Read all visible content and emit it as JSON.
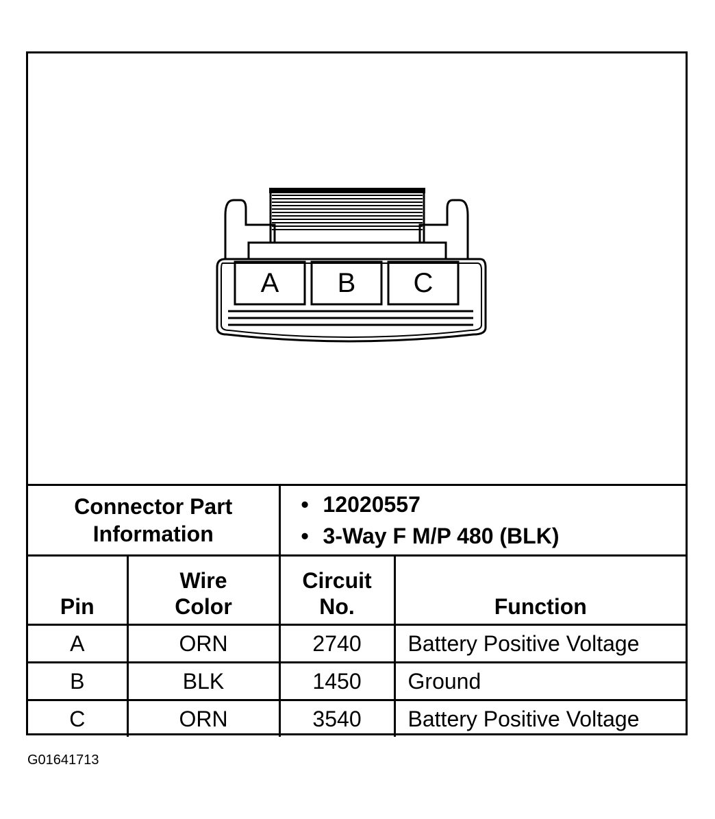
{
  "connector": {
    "pins": [
      "A",
      "B",
      "C"
    ]
  },
  "part_info": {
    "label_line1": "Connector Part",
    "label_line2": "Information",
    "part_number": "12020557",
    "description": "3-Way F M/P 480 (BLK)"
  },
  "table": {
    "headers": {
      "pin": "Pin",
      "wire_color_line1": "Wire",
      "wire_color_line2": "Color",
      "circuit_line1": "Circuit",
      "circuit_line2": "No.",
      "function": "Function"
    },
    "rows": [
      {
        "pin": "A",
        "wire_color": "ORN",
        "circuit": "2740",
        "function": "Battery Positive Voltage"
      },
      {
        "pin": "B",
        "wire_color": "BLK",
        "circuit": "1450",
        "function": "Ground"
      },
      {
        "pin": "C",
        "wire_color": "ORN",
        "circuit": "3540",
        "function": "Battery Positive Voltage"
      }
    ]
  },
  "figure_id": "G01641713"
}
